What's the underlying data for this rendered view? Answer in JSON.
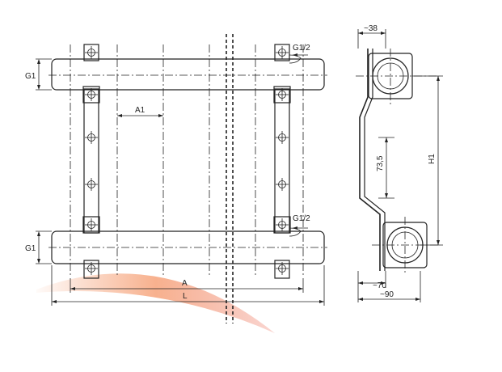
{
  "front_view": {
    "labels": {
      "g1_top": "G1",
      "g1_bottom": "G1",
      "a1": "A1",
      "g12_top": "G1/2",
      "g12_bottom": "G1/2",
      "a": "A",
      "l": "L"
    }
  },
  "side_view": {
    "labels": {
      "width_38": "~38",
      "height_73": "73,5",
      "height_h1": "H1",
      "width_70": "~70",
      "width_90": "~90"
    }
  },
  "colors": {
    "line": "#222222",
    "watermark_orange": "#f6a37a",
    "watermark_red": "#f08a7a"
  }
}
